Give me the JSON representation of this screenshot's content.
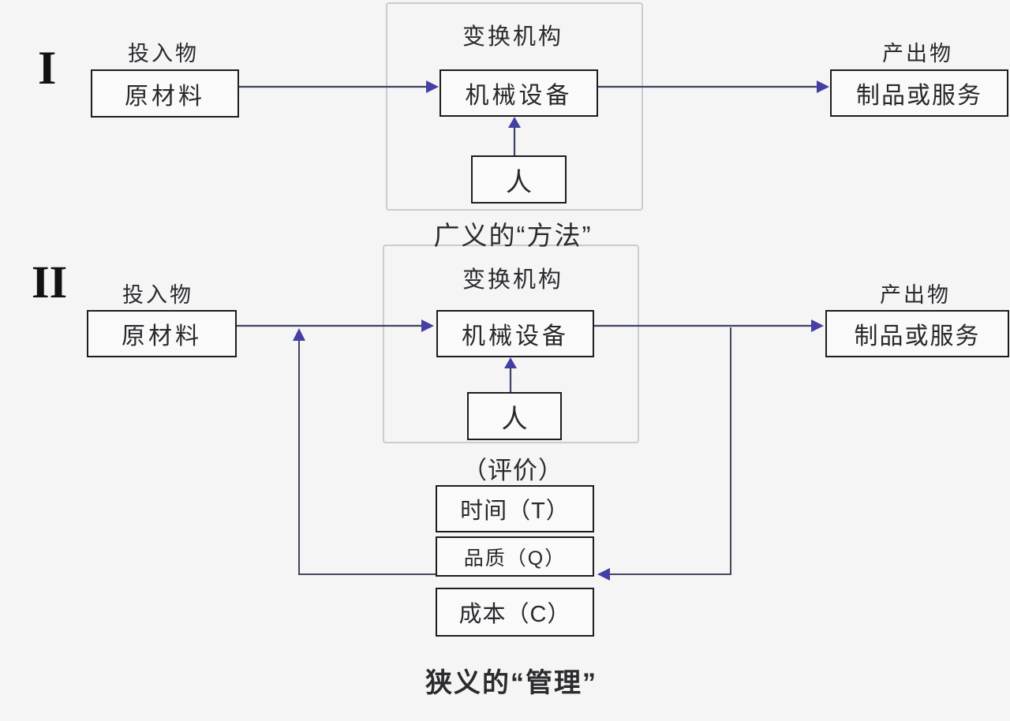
{
  "diagram": {
    "colors": {
      "background": "#f5f5f6",
      "box_border": "#1d1d20",
      "container_border": "#caccd2",
      "line": "#3d4462",
      "feedback_line": "#42465a",
      "arrow": "#453fa3"
    },
    "section1": {
      "numeral": "I",
      "input_label": "投入物",
      "input_box": "原材料",
      "mechanism_label": "变换机构",
      "mechanism_box": "机械设备",
      "person_box": "人",
      "output_label": "产出物",
      "output_box": "制品或服务"
    },
    "caption_broad": "广义的“方法”",
    "section2": {
      "numeral": "II",
      "input_label": "投入物",
      "input_box": "原材料",
      "mechanism_label": "变换机构",
      "mechanism_box": "机械设备",
      "person_box": "人",
      "output_label": "产出物",
      "output_box": "制品或服务",
      "evaluation_label": "（评价）",
      "time_box": "时间（T）",
      "quality_box": "品质（Q）",
      "cost_box": "成本（C）"
    },
    "caption_narrow": "狭义的“管理”"
  }
}
